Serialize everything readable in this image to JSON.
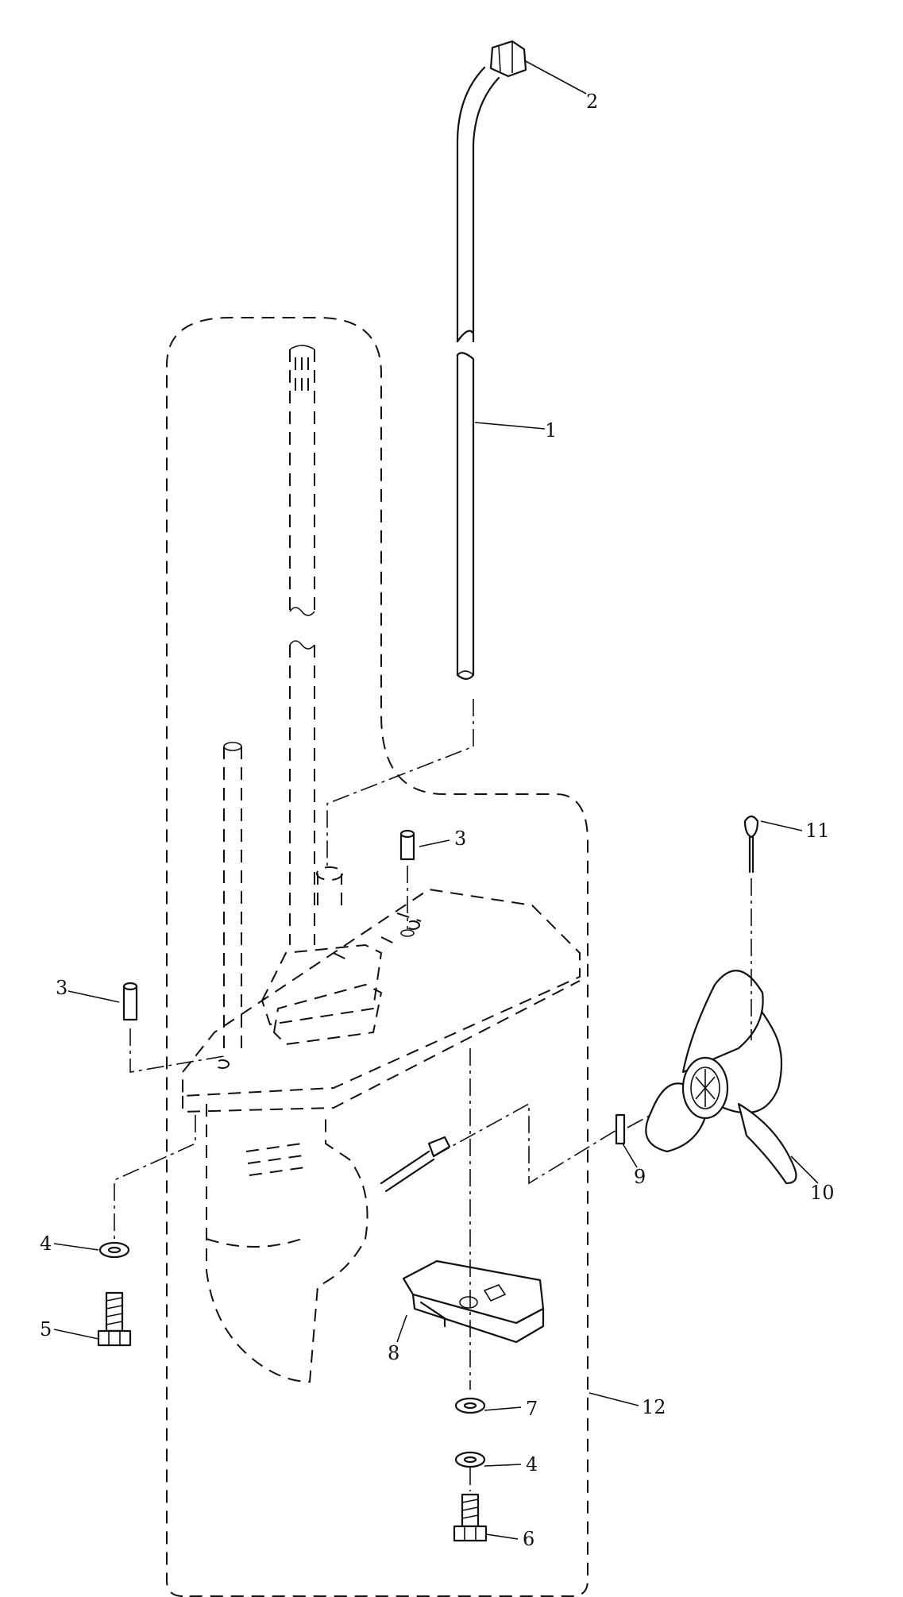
{
  "callouts": [
    {
      "id": "1",
      "text": "1"
    },
    {
      "id": "2",
      "text": "2"
    },
    {
      "id": "3a",
      "text": "3"
    },
    {
      "id": "3b",
      "text": "3"
    },
    {
      "id": "4a",
      "text": "4"
    },
    {
      "id": "4b",
      "text": "4"
    },
    {
      "id": "5",
      "text": "5"
    },
    {
      "id": "6",
      "text": "6"
    },
    {
      "id": "7",
      "text": "7"
    },
    {
      "id": "8",
      "text": "8"
    },
    {
      "id": "9",
      "text": "9"
    },
    {
      "id": "10",
      "text": "10"
    },
    {
      "id": "11",
      "text": "11"
    },
    {
      "id": "12",
      "text": "12"
    }
  ]
}
